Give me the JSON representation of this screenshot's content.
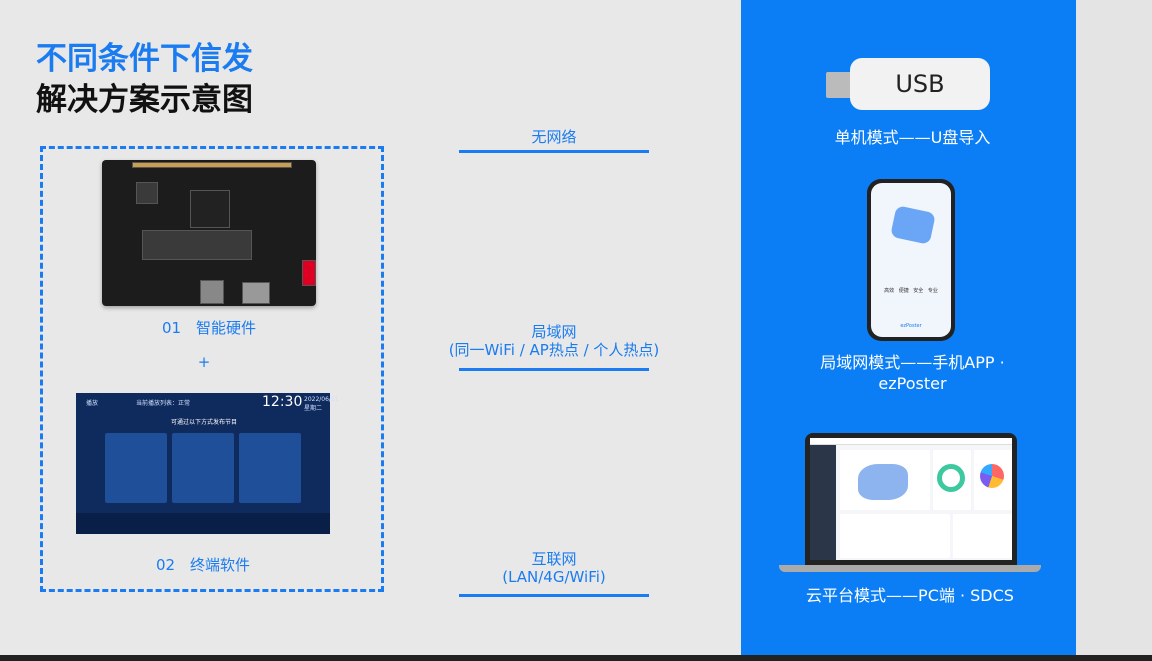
{
  "title": {
    "line1": "不同条件下信发",
    "line2": "解决方案示意图"
  },
  "left": {
    "hardware_label": "01　智能硬件",
    "plus": "+",
    "software_label": "02　终端软件",
    "screen": {
      "play": "播放",
      "playlist": "当前播放列表：正常",
      "time": "12:30",
      "date": "2022/06/21",
      "weekday": "星期二",
      "heading": "可通过以下方式发布节目"
    }
  },
  "networks": [
    {
      "label": "无网络"
    },
    {
      "label": "局域网",
      "sub": "(同一WiFi / AP热点 / 个人热点)"
    },
    {
      "label": "互联网",
      "sub": "(LAN/4G/WiFi)"
    }
  ],
  "modes": [
    {
      "device": "USB",
      "label": "单机模式——U盘导入"
    },
    {
      "label": "局域网模式——手机APP · ezPoster",
      "phone_slogans": [
        "高效",
        "便捷",
        "安全",
        "专业"
      ],
      "phone_brand": "ezPoster"
    },
    {
      "label": "云平台模式——PC端 · SDCS"
    }
  ],
  "colors": {
    "accent": "#1a7cf0",
    "panel": "#0b7ef5"
  }
}
